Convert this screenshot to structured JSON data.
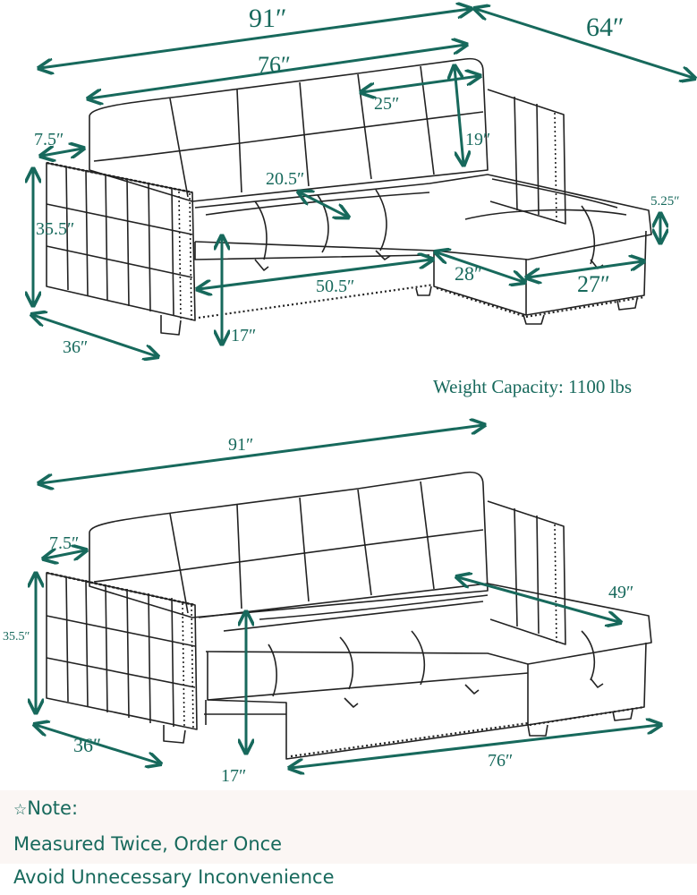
{
  "colors": {
    "accent": "#17695c",
    "line": "#222222",
    "note_bg": "#fbf6f4"
  },
  "top_view": {
    "overall_width": "91″",
    "overall_depth": "64″",
    "back_width": "76″",
    "back_cushion_width": "25″",
    "back_cushion_height": "19″",
    "arm_width": "7.5″",
    "height": "35.5″",
    "seat_depth": "20.5″",
    "seat_width": "50.5″",
    "chaise_depth": "28″",
    "chaise_width": "27″",
    "cushion_thickness": "5.25″",
    "seat_height": "17″",
    "arm_depth": "36″"
  },
  "weight_capacity": "Weight Capacity: 1100 lbs",
  "bottom_view": {
    "overall_width": "91″",
    "arm_width": "7.5″",
    "height": "35.5″",
    "bed_depth": "49″",
    "seat_height": "17″",
    "bed_width": "76″",
    "arm_depth": "36″"
  },
  "note": {
    "icon": "star-outline-icon",
    "title": "Note:",
    "line1": "Measured Twice, Order Once",
    "line2": "Avoid Unnecessary Inconvenience"
  }
}
